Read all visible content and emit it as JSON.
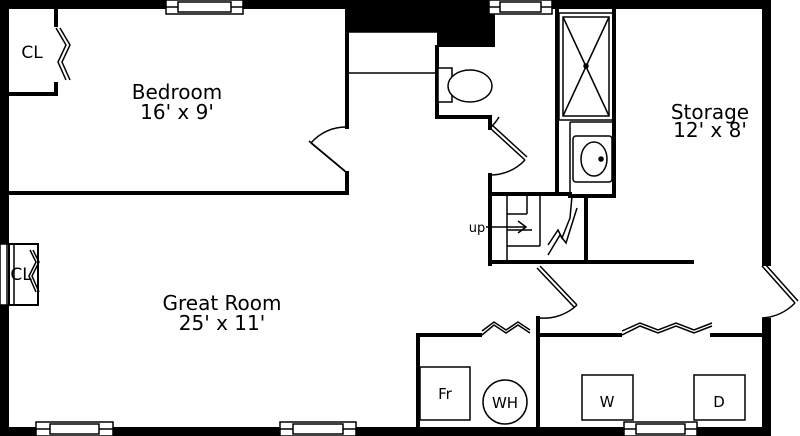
{
  "rooms": {
    "bedroom": {
      "name": "Bedroom",
      "size": "16' x 9'"
    },
    "great_room": {
      "name": "Great Room",
      "size": "25' x 11'"
    },
    "storage": {
      "name": "Storage",
      "size": "12' x 8'"
    }
  },
  "closets": {
    "bedroom": "CL",
    "great_room": "CL"
  },
  "stairs": {
    "direction": "up"
  },
  "fixtures": {
    "fridge": "Fr",
    "water_heater": "WH",
    "washer": "W",
    "dryer": "D"
  }
}
